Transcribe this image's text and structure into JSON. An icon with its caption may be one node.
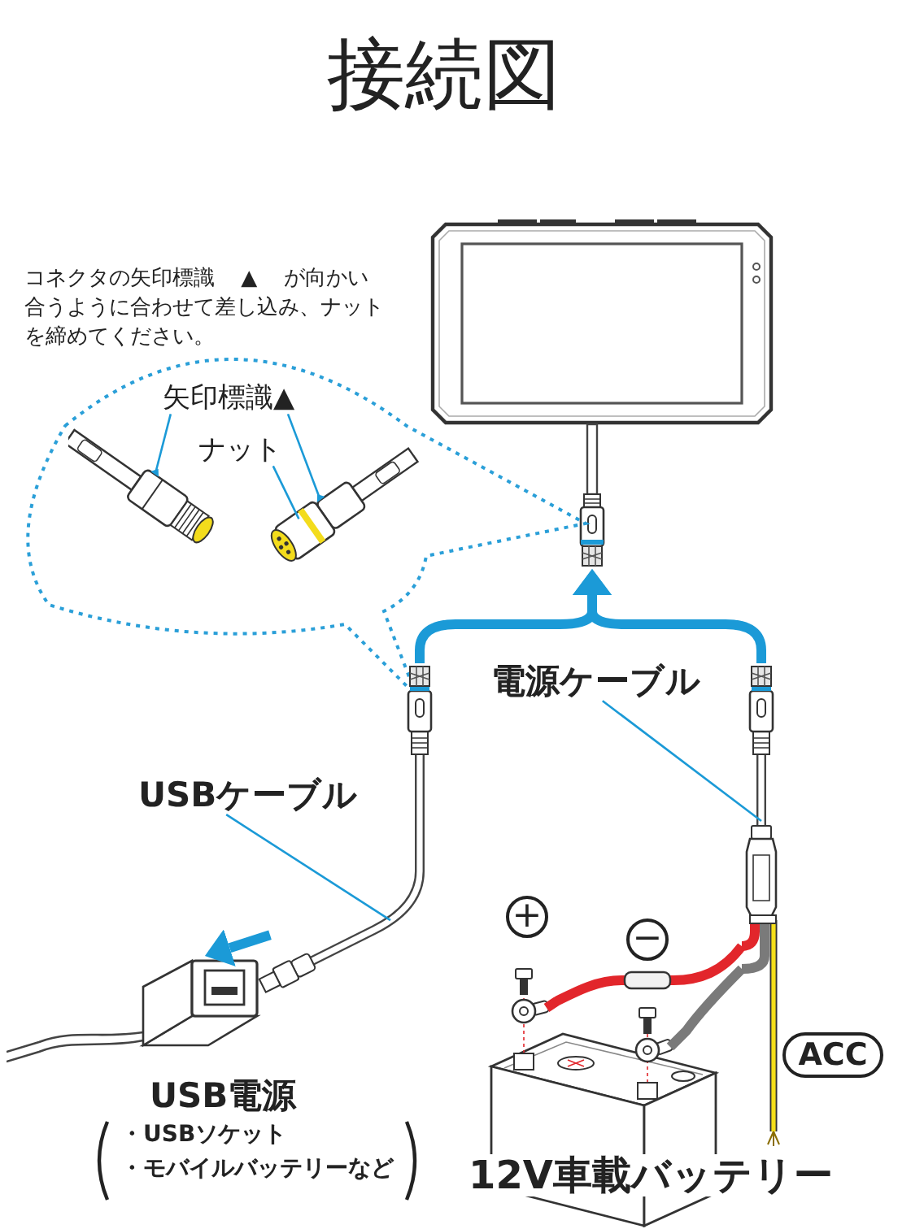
{
  "diagram": {
    "title": "接続図",
    "nodes": [
      {
        "text": [],
        "shape": "picture"
      },
      {
        "text": [],
        "shape": "cloud"
      },
      {
        "text": [
          "矢印標識▲"
        ],
        "in": 1
      },
      {
        "text": [
          "ナット"
        ],
        "in": 1
      },
      {
        "text": [],
        "shape": "picture",
        "in": 1
      },
      {
        "text": [],
        "shape": "picture",
        "in": 1
      },
      {
        "text": [],
        "shape": "picture"
      },
      {
        "text": [
          "電源ケーブル"
        ]
      },
      {
        "text": [],
        "shape": "picture"
      },
      {
        "text": [
          "USBケーブル"
        ]
      },
      {
        "text": [
          "+"
        ]
      },
      {
        "text": [
          "−"
        ]
      },
      {
        "text": [],
        "shape": "picture",
        "beside": [
          "USB電源",
          "・USBソケット",
          "・モバイルバッテリーなど"
        ]
      },
      {
        "text": [
          "12V車載バッテリー"
        ]
      },
      {
        "text": [
          "ACC"
        ]
      }
    ],
    "edges": [
      {
        "from": 6,
        "to": 0,
        "arrow": "to",
        "style": "thick"
      },
      {
        "from": 8,
        "to": 0,
        "arrow": "to",
        "style": "thick"
      },
      {
        "from": 6,
        "to": 12,
        "arrow": "to",
        "style": "thick"
      },
      {
        "from": 2,
        "to": 4,
        "arrow": "none"
      },
      {
        "from": 2,
        "to": 5,
        "arrow": "none"
      },
      {
        "from": 3,
        "to": 5,
        "arrow": "none"
      },
      {
        "from": 7,
        "to": 8,
        "arrow": "none"
      },
      {
        "from": 9,
        "to": 6,
        "arrow": "none"
      },
      {
        "from": 8,
        "to": 13,
        "arrow": "none",
        "style": "thick",
        "color": "#e2262b"
      },
      {
        "from": 8,
        "to": 13,
        "arrow": "none",
        "style": "thick",
        "color": "#7a7a7a"
      }
    ],
    "labels": [
      "コネクタの矢印標識 ▲ が向かい合うように合わせて差し込み、ナットを締めてください。"
    ]
  }
}
